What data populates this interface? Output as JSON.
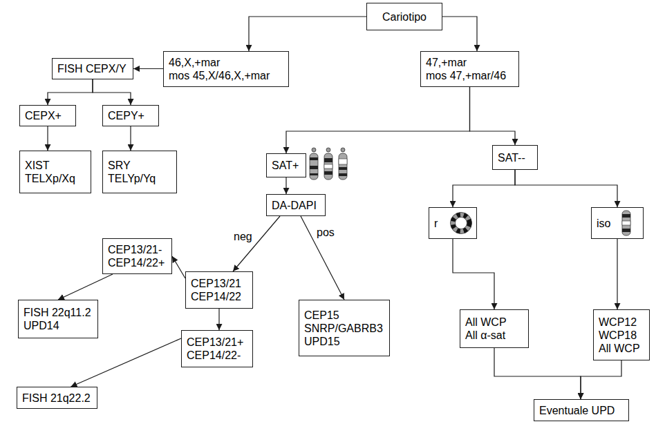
{
  "diagram": {
    "nodes": [
      {
        "text": [
          "Cariotipo"
        ]
      },
      {
        "text": [
          "46,X,+mar",
          "mos 45,X/46,X,+mar"
        ]
      },
      {
        "text": [
          "47,+mar",
          "mos 47,+mar/46"
        ]
      },
      {
        "text": [
          "FISH CEPX/Y"
        ]
      },
      {
        "text": [
          "CEPX+"
        ]
      },
      {
        "text": [
          "CEPY+"
        ]
      },
      {
        "text": [
          "XIST",
          "TELXp/Xq"
        ]
      },
      {
        "text": [
          "SRY",
          "TELYp/Yq"
        ]
      },
      {
        "text": [
          "SAT+"
        ]
      },
      {
        "text": [
          "SAT--"
        ]
      },
      {
        "text": [
          "DA-DAPI"
        ]
      },
      {
        "text": [
          "r"
        ]
      },
      {
        "text": [
          "iso"
        ]
      },
      {
        "text": [
          "CEP13/21-",
          "CEP14/22+"
        ]
      },
      {
        "text": [
          "CEP13/21",
          "CEP14/22"
        ]
      },
      {
        "text": [
          "CEP15",
          "SNRP/GABRB3",
          "UPD15"
        ]
      },
      {
        "text": [
          "FISH 22q11.2",
          "UPD14"
        ]
      },
      {
        "text": [
          "All WCP",
          "All α-sat"
        ]
      },
      {
        "text": [
          "WCP12",
          "WCP18",
          "All WCP"
        ]
      },
      {
        "text": [
          "CEP13/21+",
          "CEP14/22-"
        ]
      },
      {
        "text": [
          "FISH 21q22.2"
        ]
      },
      {
        "text": [
          "Eventuale UPD"
        ]
      }
    ],
    "edges": [
      {
        "from": 0,
        "to": 1,
        "arrow": "to"
      },
      {
        "from": 0,
        "to": 2,
        "arrow": "to"
      },
      {
        "from": 1,
        "to": 3,
        "arrow": "to"
      },
      {
        "from": 3,
        "to": 4,
        "arrow": "to"
      },
      {
        "from": 3,
        "to": 5,
        "arrow": "to"
      },
      {
        "from": 4,
        "to": 6,
        "arrow": "to"
      },
      {
        "from": 5,
        "to": 7,
        "arrow": "to"
      },
      {
        "from": 2,
        "to": 8,
        "arrow": "to"
      },
      {
        "from": 2,
        "to": 9,
        "arrow": "to"
      },
      {
        "from": 8,
        "to": 10,
        "arrow": "to"
      },
      {
        "from": 10,
        "to": 14,
        "label": "neg",
        "arrow": "to"
      },
      {
        "from": 10,
        "to": 15,
        "label": "pos",
        "arrow": "to"
      },
      {
        "from": 14,
        "to": 13,
        "arrow": "to"
      },
      {
        "from": 14,
        "to": 19,
        "arrow": "to"
      },
      {
        "from": 13,
        "to": 16,
        "arrow": "to"
      },
      {
        "from": 19,
        "to": 20,
        "arrow": "to"
      },
      {
        "from": 9,
        "to": 11,
        "arrow": "to"
      },
      {
        "from": 9,
        "to": 12,
        "arrow": "to"
      },
      {
        "from": 11,
        "to": 17,
        "arrow": "to"
      },
      {
        "from": 12,
        "to": 18,
        "arrow": "to"
      },
      {
        "from": 17,
        "to": 21,
        "arrow": "to"
      },
      {
        "from": 18,
        "to": 21,
        "arrow": "to"
      }
    ]
  }
}
